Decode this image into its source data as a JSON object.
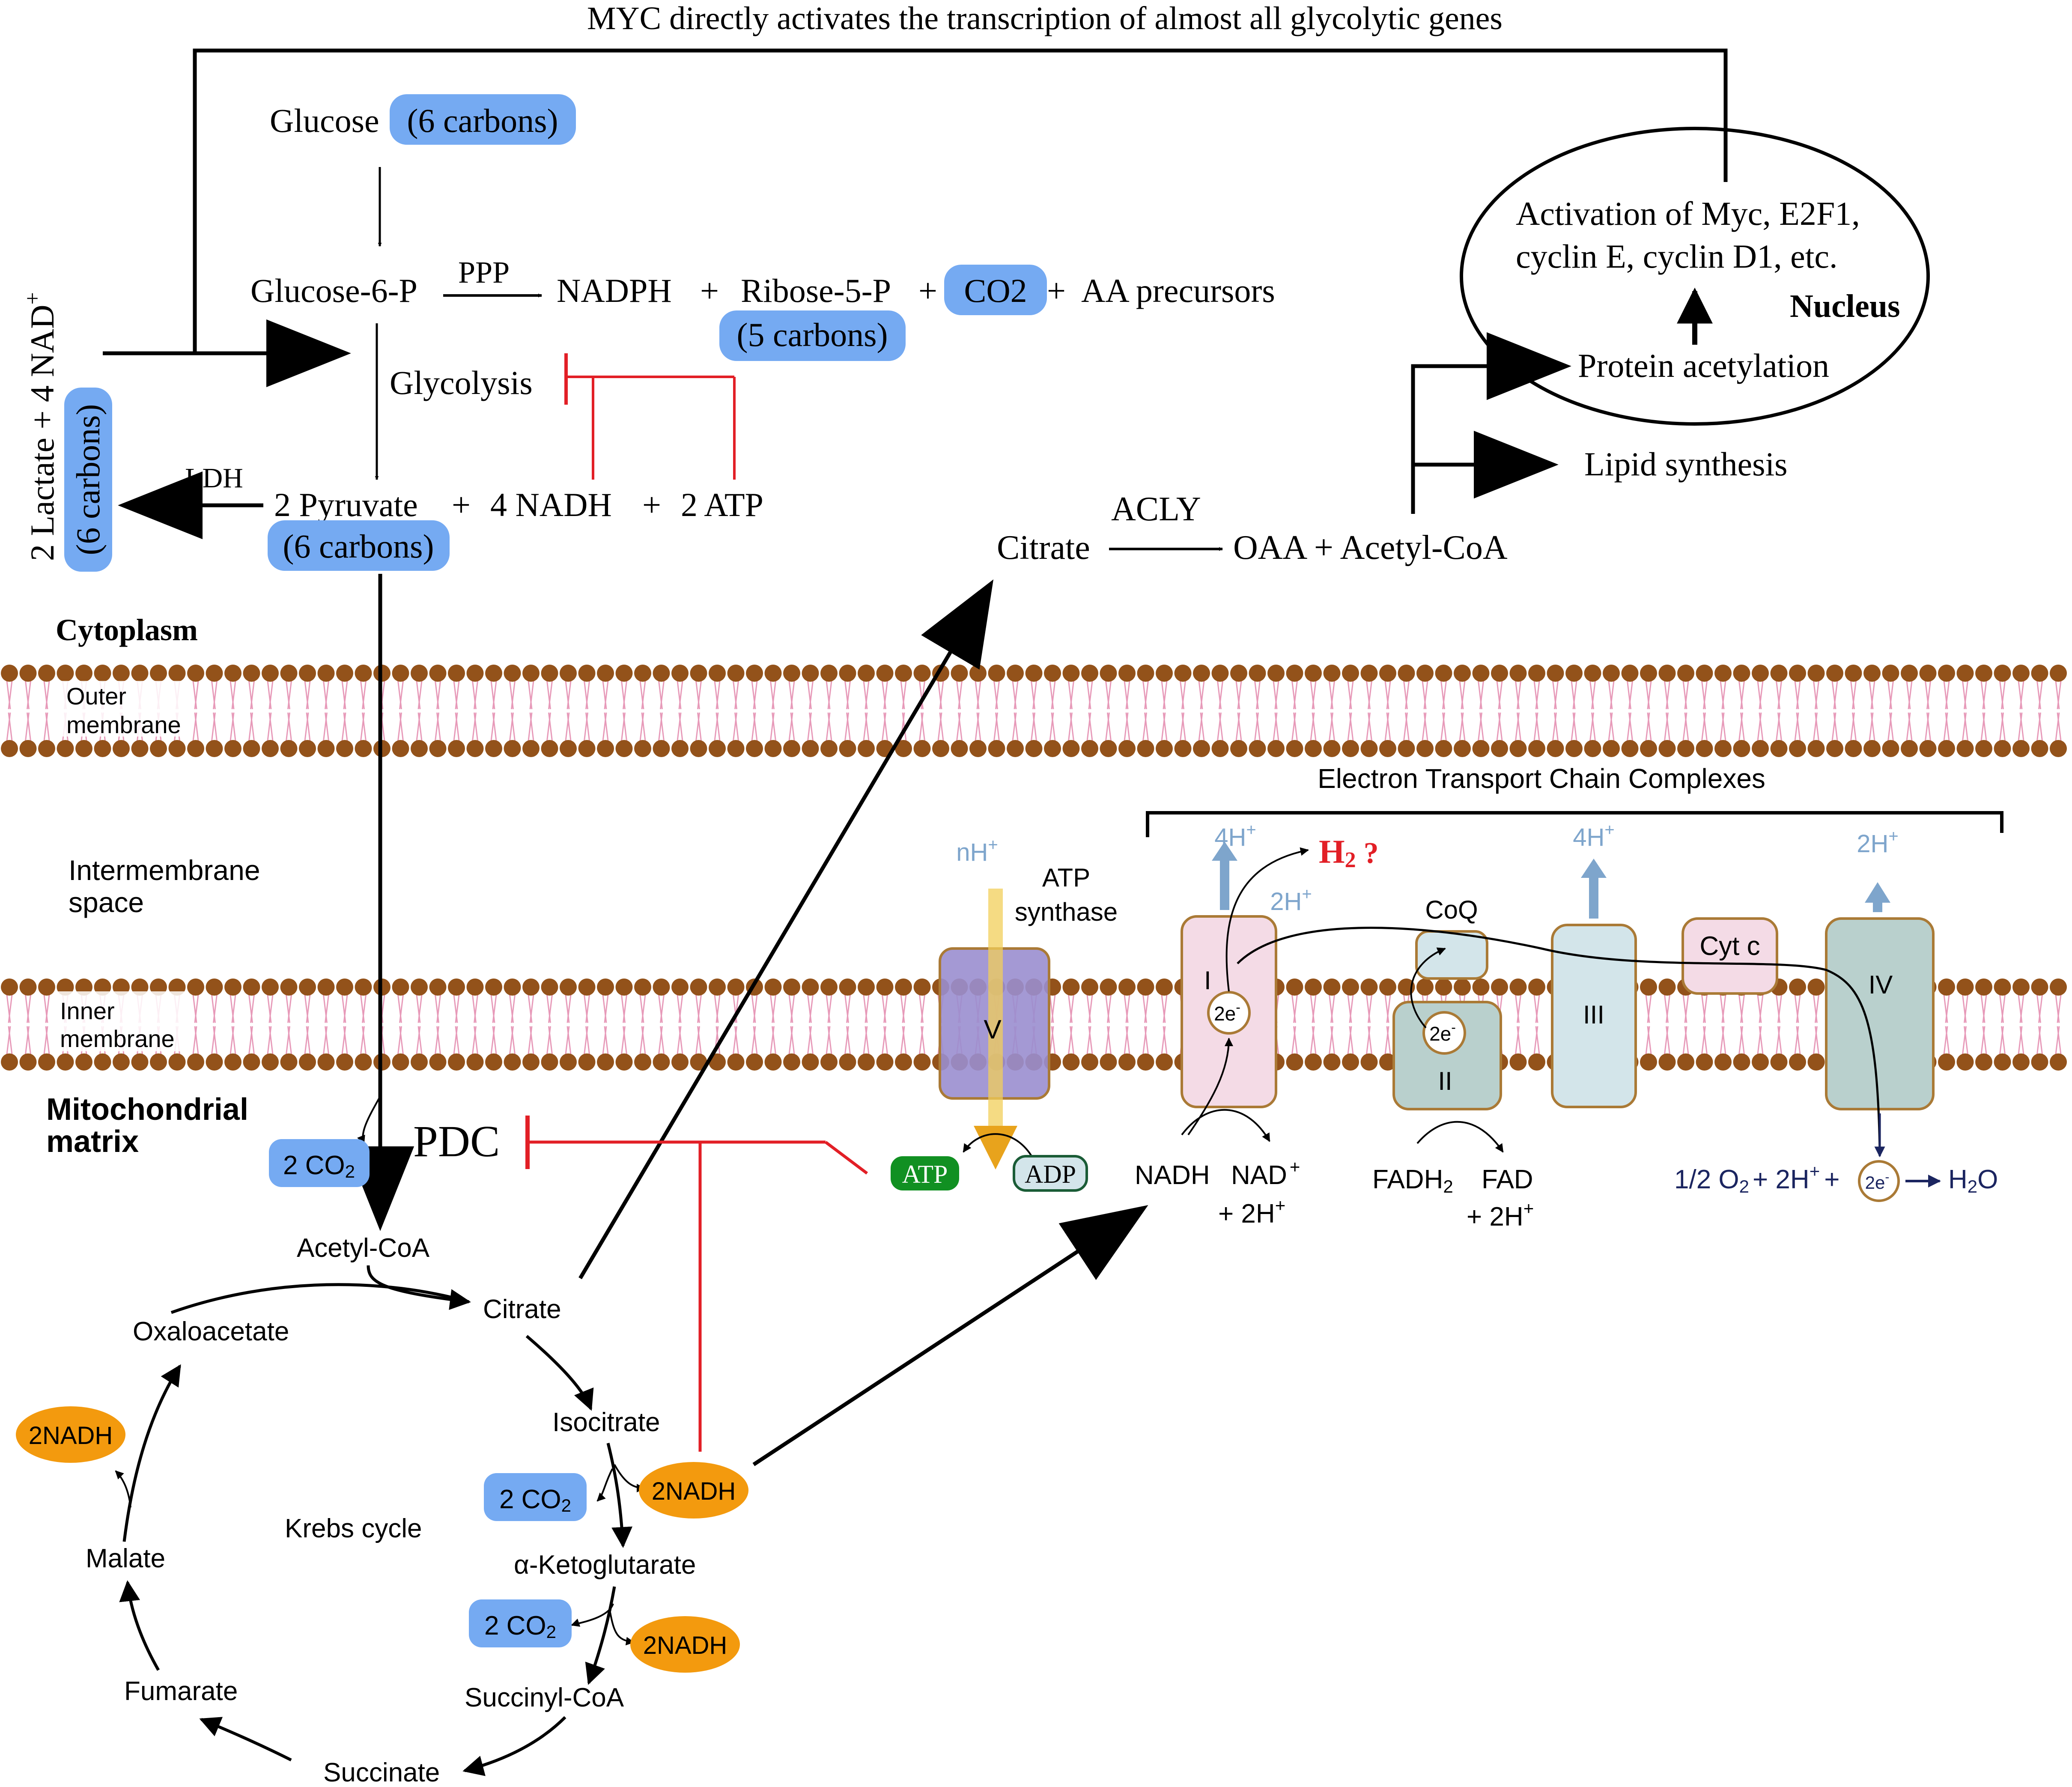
{
  "colors": {
    "carbon_box": "#75aaf2",
    "nadh_oval": "#f39a0e",
    "membrane_head": "#93521a",
    "membrane_tail": "#e79ab9",
    "inhibit": "#e21f26",
    "proton": "#7ea5cc",
    "complex_pink": "#f4dbe6",
    "complex_blue": "#d3e5ea",
    "complex_grey": "#b9d0cd",
    "complex_border": "#aa7a36",
    "atp_green": "#119022",
    "synthase": "#9a8ecf",
    "navy": "#1b2560"
  },
  "top": {
    "myc": "MYC directly activates the transcription of almost all glycolytic genes"
  },
  "cytosol": {
    "glucose": "Glucose",
    "glucose_c": "(6 carbons)",
    "g6p": "Glucose-6-P",
    "ppp": "PPP",
    "nadph": "NADPH",
    "plus": "+",
    "r5p": "Ribose-5-P",
    "r5p_c": "(5 carbons)",
    "co2": "CO2",
    "aa": "AA precursors",
    "glycolysis": "Glycolysis",
    "pyruvate": "2 Pyruvate",
    "pyruvate_c": "(6 carbons)",
    "nadh4": "4 NADH",
    "atp2": "2 ATP",
    "ldh": "LDH",
    "lactate": "2 Lactate + 4 NAD",
    "lactate_sup": "+",
    "lactate_c": "(6 carbons)",
    "citrate": "Citrate",
    "acly": "ACLY",
    "oaa": "OAA + Acetyl-CoA",
    "protein_acetylation": "Protein acetylation",
    "lipid_synthesis": "Lipid synthesis",
    "cytoplasm": "Cytoplasm"
  },
  "nucleus": {
    "line1": "Activation of Myc, E2F1,",
    "line2": "cyclin E, cyclin D1, etc.",
    "label": "Nucleus"
  },
  "membranes": {
    "outer_1": "Outer",
    "outer_2": "membrane",
    "ims_1": "Intermembrane",
    "ims_2": "space",
    "inner_1": "Inner",
    "inner_2": "membrane",
    "matrix_1": "Mitochondrial",
    "matrix_2": "matrix"
  },
  "krebs": {
    "co2_pdc": "2 CO",
    "co2_sub": "2",
    "acetyl_coa": "Acetyl-CoA",
    "citrate": "Citrate",
    "isocitrate": "Isocitrate",
    "akg": "α-Ketoglutarate",
    "succinyl_coa": "Succinyl-CoA",
    "succinate": "Succinate",
    "fumarate": "Fumarate",
    "malate": "Malate",
    "oxaloacetate": "Oxaloacetate",
    "title": "Krebs cycle",
    "co2_a": "2 CO",
    "co2_b": "2 CO",
    "nadh_a": "2NADH",
    "nadh_b": "2NADH",
    "nadh_c": "2NADH",
    "pdc": "PDC"
  },
  "etc": {
    "title": "Electron Transport Chain Complexes",
    "nh": "nH",
    "nh_sup": "+",
    "atp_synthase_1": "ATP",
    "atp_synthase_2": "synthase",
    "v": "V",
    "atp": "ATP",
    "adp": "ADP",
    "h4_1": "4H",
    "h4_3": "4H",
    "h2_4": "2H",
    "h_sup": "+",
    "h2_small": "2H",
    "h2_gas": "H",
    "h2_gas_sub": "2",
    "h2_q": "?",
    "c1": "I",
    "c2": "II",
    "c3": "III",
    "c4": "IV",
    "coq": "CoQ",
    "cytc": "Cyt c",
    "e2": "2e",
    "e_sup": "-",
    "nadh": "NADH",
    "nad": "NAD",
    "nad_sup": "+",
    "plus_2h": "+ 2H",
    "fadh": "FADH",
    "fadh_sub": "2",
    "fad": "FAD",
    "o2_eq": "1/2 O",
    "o2_sub": "2",
    "o2_mid": "+ 2H",
    "o2_plus": "+",
    "h2o": "H",
    "h2o_sub": "2",
    "h2o_o": "O"
  }
}
